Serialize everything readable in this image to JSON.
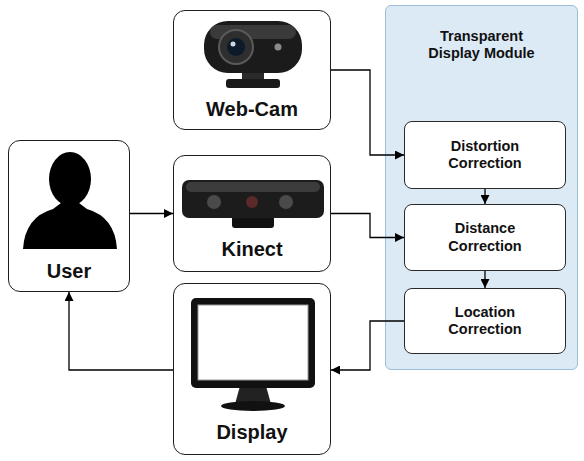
{
  "diagram": {
    "nodes": [
      {
        "text": [
          "User"
        ]
      },
      {
        "text": [
          "Web-Cam"
        ]
      },
      {
        "text": [
          "Kinect"
        ]
      },
      {
        "text": [
          "Display"
        ]
      },
      {
        "text": [
          "Transparent Display Module"
        ]
      },
      {
        "text": [
          "Distortion Correction"
        ],
        "in": 4
      },
      {
        "text": [
          "Distance Correction"
        ],
        "in": 4
      },
      {
        "text": [
          "Location Correction"
        ],
        "in": 4
      }
    ],
    "edges": [
      {
        "from": 1,
        "to": 5,
        "arrow": "to"
      },
      {
        "from": 0,
        "to": 2,
        "arrow": "to"
      },
      {
        "from": 2,
        "to": 6,
        "arrow": "to"
      },
      {
        "from": 5,
        "to": 6,
        "arrow": "to"
      },
      {
        "from": 6,
        "to": 7,
        "arrow": "to"
      },
      {
        "from": 7,
        "to": 3,
        "arrow": "to"
      },
      {
        "from": 3,
        "to": 0,
        "arrow": "to"
      }
    ]
  }
}
